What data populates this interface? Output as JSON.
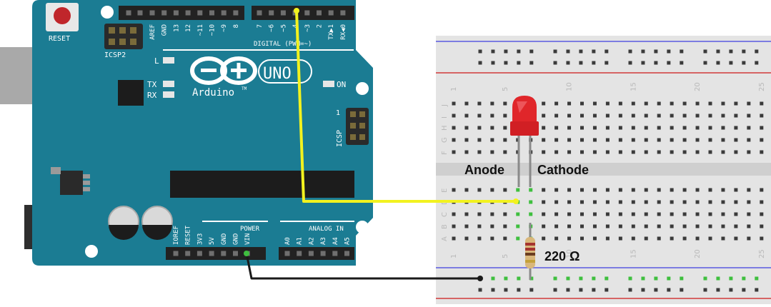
{
  "arduino": {
    "reset_label": "RESET",
    "icsp2_label": "ICSP2",
    "icsp_label": "ICSP",
    "icsp_pin1": "1",
    "l_label": "L",
    "tx_label": "TX",
    "rx_label": "RX",
    "on_label": "ON",
    "brand": "Arduino",
    "tm": "TM",
    "model": "UNO",
    "digital_label": "DIGITAL (PWM=~)",
    "power_label": "POWER",
    "analog_label": "ANALOG IN",
    "top_pins_left": [
      "AREF",
      "GND",
      "13",
      "12",
      "~11",
      "~10",
      "~9",
      "8"
    ],
    "top_pins_right": [
      "7",
      "~6",
      "~5",
      "4",
      "~3",
      "2",
      "TX▶1",
      "RX◀0"
    ],
    "power_pins": [
      "IOREF",
      "RESET",
      "3V3",
      "5V",
      "GND",
      "GND",
      "VIN"
    ],
    "analog_pins": [
      "A0",
      "A1",
      "A2",
      "A3",
      "A4",
      "A5"
    ]
  },
  "breadboard": {
    "col_numbers": [
      "1",
      "5",
      "10",
      "15",
      "20",
      "25"
    ],
    "rows_top": [
      "J",
      "I",
      "H",
      "G",
      "F"
    ],
    "rows_bottom": [
      "E",
      "D",
      "C",
      "B",
      "A"
    ]
  },
  "labels": {
    "anode": "Anode",
    "cathode": "Cathode",
    "resistor": "220 Ω"
  },
  "colors": {
    "pcb": "#1b7c93",
    "signal_wire": "#f2f21f",
    "ground_wire": "#1a1a1a",
    "led": "#e0262a",
    "connected_hole": "#3fbf3f"
  }
}
